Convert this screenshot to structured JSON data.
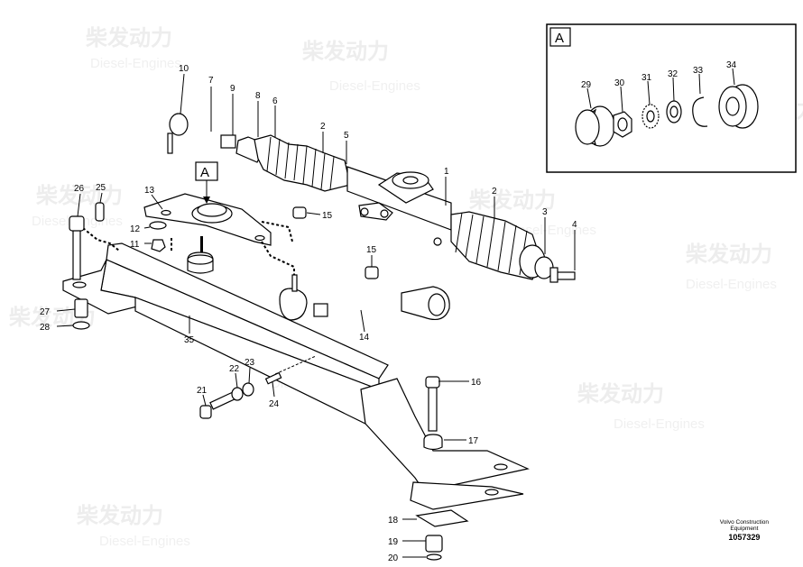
{
  "watermark": {
    "brand_cn": "柴发动力",
    "brand_en": "Diesel-Engines"
  },
  "inset": {
    "tag": "A",
    "labels": [
      "29",
      "30",
      "31",
      "32",
      "33",
      "34"
    ]
  },
  "callout_tag": "A",
  "part_labels": {
    "p1": "1",
    "p2a": "2",
    "p2b": "2",
    "p3": "3",
    "p4": "4",
    "p5": "5",
    "p6": "6",
    "p7": "7",
    "p8": "8",
    "p9": "9",
    "p10": "10",
    "p11": "11",
    "p12": "12",
    "p13": "13",
    "p14": "14",
    "p15a": "15",
    "p15b": "15",
    "p16": "16",
    "p17": "17",
    "p18": "18",
    "p19": "19",
    "p20": "20",
    "p21": "21",
    "p22": "22",
    "p23": "23",
    "p24": "24",
    "p25": "25",
    "p26": "26",
    "p27": "27",
    "p28": "28",
    "p35": "35"
  },
  "footer": {
    "company_line1": "Volvo Construction",
    "company_line2": "Equipment",
    "drawing_number": "1057329"
  }
}
